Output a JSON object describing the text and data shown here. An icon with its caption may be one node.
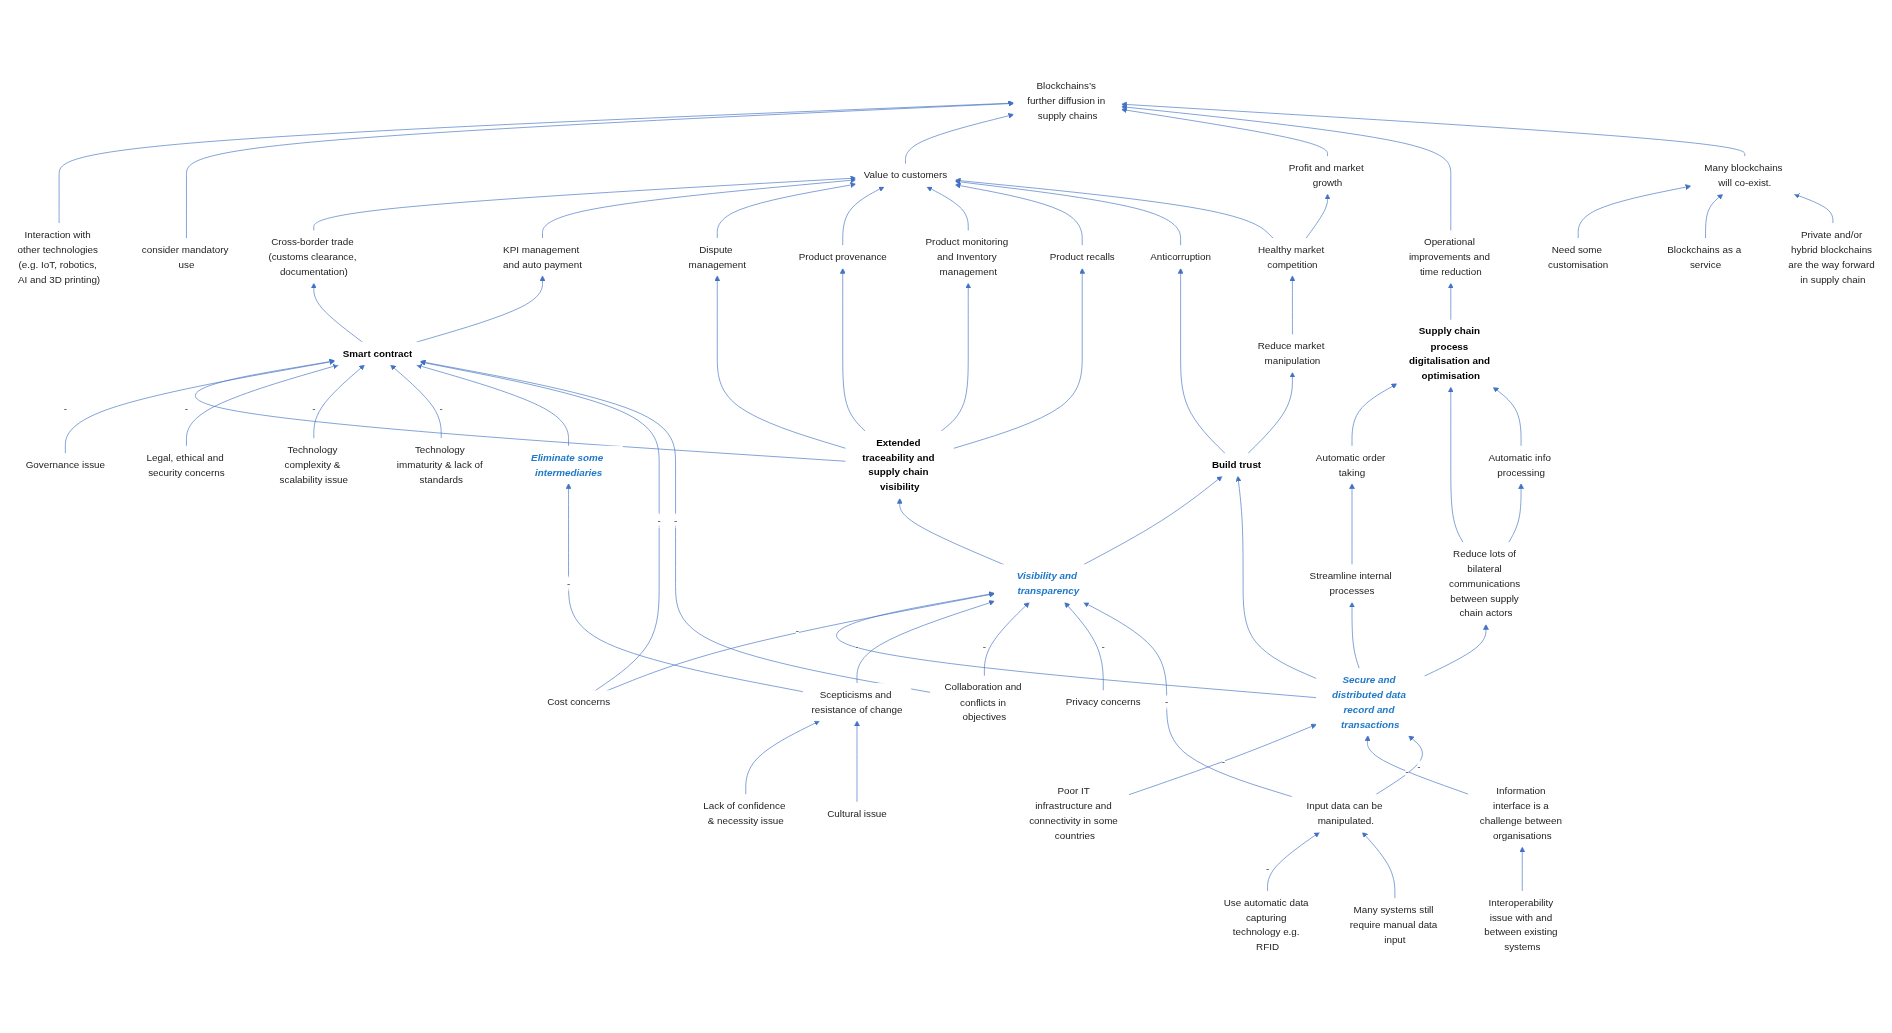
{
  "diagram": {
    "nodes": [
      {
        "text": [
          "Blockchains’s further diffusion in supply chains"
        ]
      },
      {
        "text": [
          "Interaction with other technologies (e.g. IoT, robotics, AI and 3D printing)"
        ]
      },
      {
        "text": [
          "Need some customisation"
        ]
      },
      {
        "text": [
          "Value to customers"
        ]
      },
      {
        "text": [
          "Profit and market growth"
        ]
      },
      {
        "text": [
          "Operational improvements and time reduction"
        ]
      },
      {
        "text": [
          "Many blockchains will co-exist."
        ]
      },
      {
        "text": [
          "consider mandatory use"
        ]
      },
      {
        "text": [
          "Cross-border trade (customs clearance, documentation)"
        ]
      },
      {
        "text": [
          "Blockchains as a service"
        ]
      },
      {
        "text": [
          "Private and/or hybrid blockchains are the way forward in supply chain"
        ]
      },
      {
        "text": [
          "KPI management and auto payment"
        ]
      },
      {
        "text": [
          "Dispute management"
        ]
      },
      {
        "text": [
          "Product monitoring and Inventory management"
        ]
      },
      {
        "text": [
          "Healthy market competition"
        ]
      },
      {
        "text": [
          "Product provenance"
        ]
      },
      {
        "text": [
          "Product recalls"
        ]
      },
      {
        "text": [
          "Supply chain process digitalisation and optimisation"
        ]
      },
      {
        "text": [
          "Smart contract"
        ]
      },
      {
        "text": [
          "Anticorruption"
        ]
      },
      {
        "text": [
          "Reduce market manipulation"
        ]
      },
      {
        "text": [
          "Automatic order taking"
        ]
      },
      {
        "text": [
          "Extended traceability and supply chain visibility"
        ]
      },
      {
        "text": [
          "Build trust"
        ]
      },
      {
        "text": [
          "Automatic info processing"
        ]
      },
      {
        "text": [
          "Streamline internal processes"
        ]
      },
      {
        "text": [
          "Reduce lots of bilateral communications between supply chain actors"
        ]
      },
      {
        "text": [
          "Governance issue"
        ]
      },
      {
        "text": [
          "Eliminate some intermediaries"
        ]
      },
      {
        "text": [
          "Cost concerns"
        ]
      },
      {
        "text": [
          "Legal, ethical and security concerns"
        ]
      },
      {
        "text": [
          "Visibility and transparency"
        ]
      },
      {
        "text": [
          "Secure and distributed data record and transactions"
        ]
      },
      {
        "text": [
          "Poor IT infrastructure and connectivity in some countries"
        ]
      },
      {
        "text": [
          "Scepticisms and resistance of change"
        ]
      },
      {
        "text": [
          "Privacy concerns"
        ]
      },
      {
        "text": [
          "Technology complexity & scalability issue"
        ]
      },
      {
        "text": [
          "Technology immaturity & lack of standards"
        ]
      },
      {
        "text": [
          "Information interface is a challenge between organisations"
        ]
      },
      {
        "text": [
          "Input data can be manipulated."
        ]
      },
      {
        "text": [
          "Lack of confidence & necessity issue"
        ]
      },
      {
        "text": [
          "Cultural issue"
        ]
      },
      {
        "text": [
          "Collaboration and conflicts in objectives"
        ]
      },
      {
        "text": [
          "Use automatic data capturing technology e.g. RFID"
        ]
      },
      {
        "text": [
          "Many systems still require manual data input"
        ]
      },
      {
        "text": [
          "Interoperability issue with and between existing systems"
        ]
      }
    ],
    "edges": [
      {
        "from": 1,
        "to": 0,
        "arrow": "to"
      },
      {
        "from": 7,
        "to": 0,
        "arrow": "to"
      },
      {
        "from": 3,
        "to": 0,
        "arrow": "to"
      },
      {
        "from": 4,
        "to": 0,
        "arrow": "to"
      },
      {
        "from": 5,
        "to": 0,
        "arrow": "to"
      },
      {
        "from": 6,
        "to": 0,
        "arrow": "to"
      },
      {
        "from": 2,
        "to": 6,
        "arrow": "to"
      },
      {
        "from": 9,
        "to": 6,
        "arrow": "to"
      },
      {
        "from": 10,
        "to": 6,
        "arrow": "to"
      },
      {
        "from": 8,
        "to": 3,
        "arrow": "to"
      },
      {
        "from": 11,
        "to": 3,
        "arrow": "to"
      },
      {
        "from": 12,
        "to": 3,
        "arrow": "to"
      },
      {
        "from": 15,
        "to": 3,
        "arrow": "to"
      },
      {
        "from": 13,
        "to": 3,
        "arrow": "to"
      },
      {
        "from": 16,
        "to": 3,
        "arrow": "to"
      },
      {
        "from": 19,
        "to": 3,
        "arrow": "to"
      },
      {
        "from": 14,
        "to": 3,
        "arrow": "to"
      },
      {
        "from": 14,
        "to": 4,
        "arrow": "to"
      },
      {
        "from": 17,
        "to": 5,
        "arrow": "to"
      },
      {
        "from": 20,
        "to": 14,
        "arrow": "to"
      },
      {
        "from": 18,
        "to": 8,
        "arrow": "to"
      },
      {
        "from": 18,
        "to": 11,
        "arrow": "to"
      },
      {
        "from": 22,
        "to": 12,
        "arrow": "to"
      },
      {
        "from": 22,
        "to": 15,
        "arrow": "to"
      },
      {
        "from": 22,
        "to": 13,
        "arrow": "to"
      },
      {
        "from": 22,
        "to": 16,
        "arrow": "to"
      },
      {
        "from": 22,
        "to": 18,
        "arrow": "to"
      },
      {
        "from": 23,
        "to": 19,
        "arrow": "to"
      },
      {
        "from": 23,
        "to": 20,
        "arrow": "to"
      },
      {
        "from": 21,
        "to": 17,
        "arrow": "to"
      },
      {
        "from": 26,
        "to": 17,
        "arrow": "to"
      },
      {
        "from": 24,
        "to": 17,
        "arrow": "to"
      },
      {
        "from": 25,
        "to": 21,
        "arrow": "to"
      },
      {
        "from": 26,
        "to": 24,
        "arrow": "to"
      },
      {
        "from": 27,
        "to": 18,
        "arrow": "to",
        "label": "-"
      },
      {
        "from": 30,
        "to": 18,
        "arrow": "to",
        "label": "-"
      },
      {
        "from": 36,
        "to": 18,
        "arrow": "to",
        "label": "-"
      },
      {
        "from": 37,
        "to": 18,
        "arrow": "to",
        "label": "-"
      },
      {
        "from": 28,
        "to": 18,
        "arrow": "to"
      },
      {
        "from": 29,
        "to": 18,
        "arrow": "to",
        "label": "-"
      },
      {
        "from": 42,
        "to": 18,
        "arrow": "to",
        "label": "-"
      },
      {
        "from": 34,
        "to": 28,
        "arrow": "to",
        "label": "-"
      },
      {
        "from": 31,
        "to": 22,
        "arrow": "to"
      },
      {
        "from": 31,
        "to": 23,
        "arrow": "to"
      },
      {
        "from": 32,
        "to": 23,
        "arrow": "to"
      },
      {
        "from": 32,
        "to": 31,
        "arrow": "to"
      },
      {
        "from": 29,
        "to": 31,
        "arrow": "to",
        "label": "-"
      },
      {
        "from": 34,
        "to": 31,
        "arrow": "to",
        "label": "-"
      },
      {
        "from": 42,
        "to": 31,
        "arrow": "to",
        "label": "-"
      },
      {
        "from": 35,
        "to": 31,
        "arrow": "to",
        "label": "-"
      },
      {
        "from": 39,
        "to": 31,
        "arrow": "to",
        "label": "-"
      },
      {
        "from": 32,
        "to": 25,
        "arrow": "to"
      },
      {
        "from": 32,
        "to": 26,
        "arrow": "to"
      },
      {
        "from": 33,
        "to": 32,
        "arrow": "to",
        "label": "-"
      },
      {
        "from": 38,
        "to": 32,
        "arrow": "to",
        "label": "-"
      },
      {
        "from": 39,
        "to": 32,
        "arrow": "to",
        "label": "-"
      },
      {
        "from": 40,
        "to": 34,
        "arrow": "to"
      },
      {
        "from": 41,
        "to": 34,
        "arrow": "to"
      },
      {
        "from": 43,
        "to": 39,
        "arrow": "to",
        "label": "-"
      },
      {
        "from": 44,
        "to": 39,
        "arrow": "to"
      },
      {
        "from": 45,
        "to": 38,
        "arrow": "to"
      }
    ]
  }
}
